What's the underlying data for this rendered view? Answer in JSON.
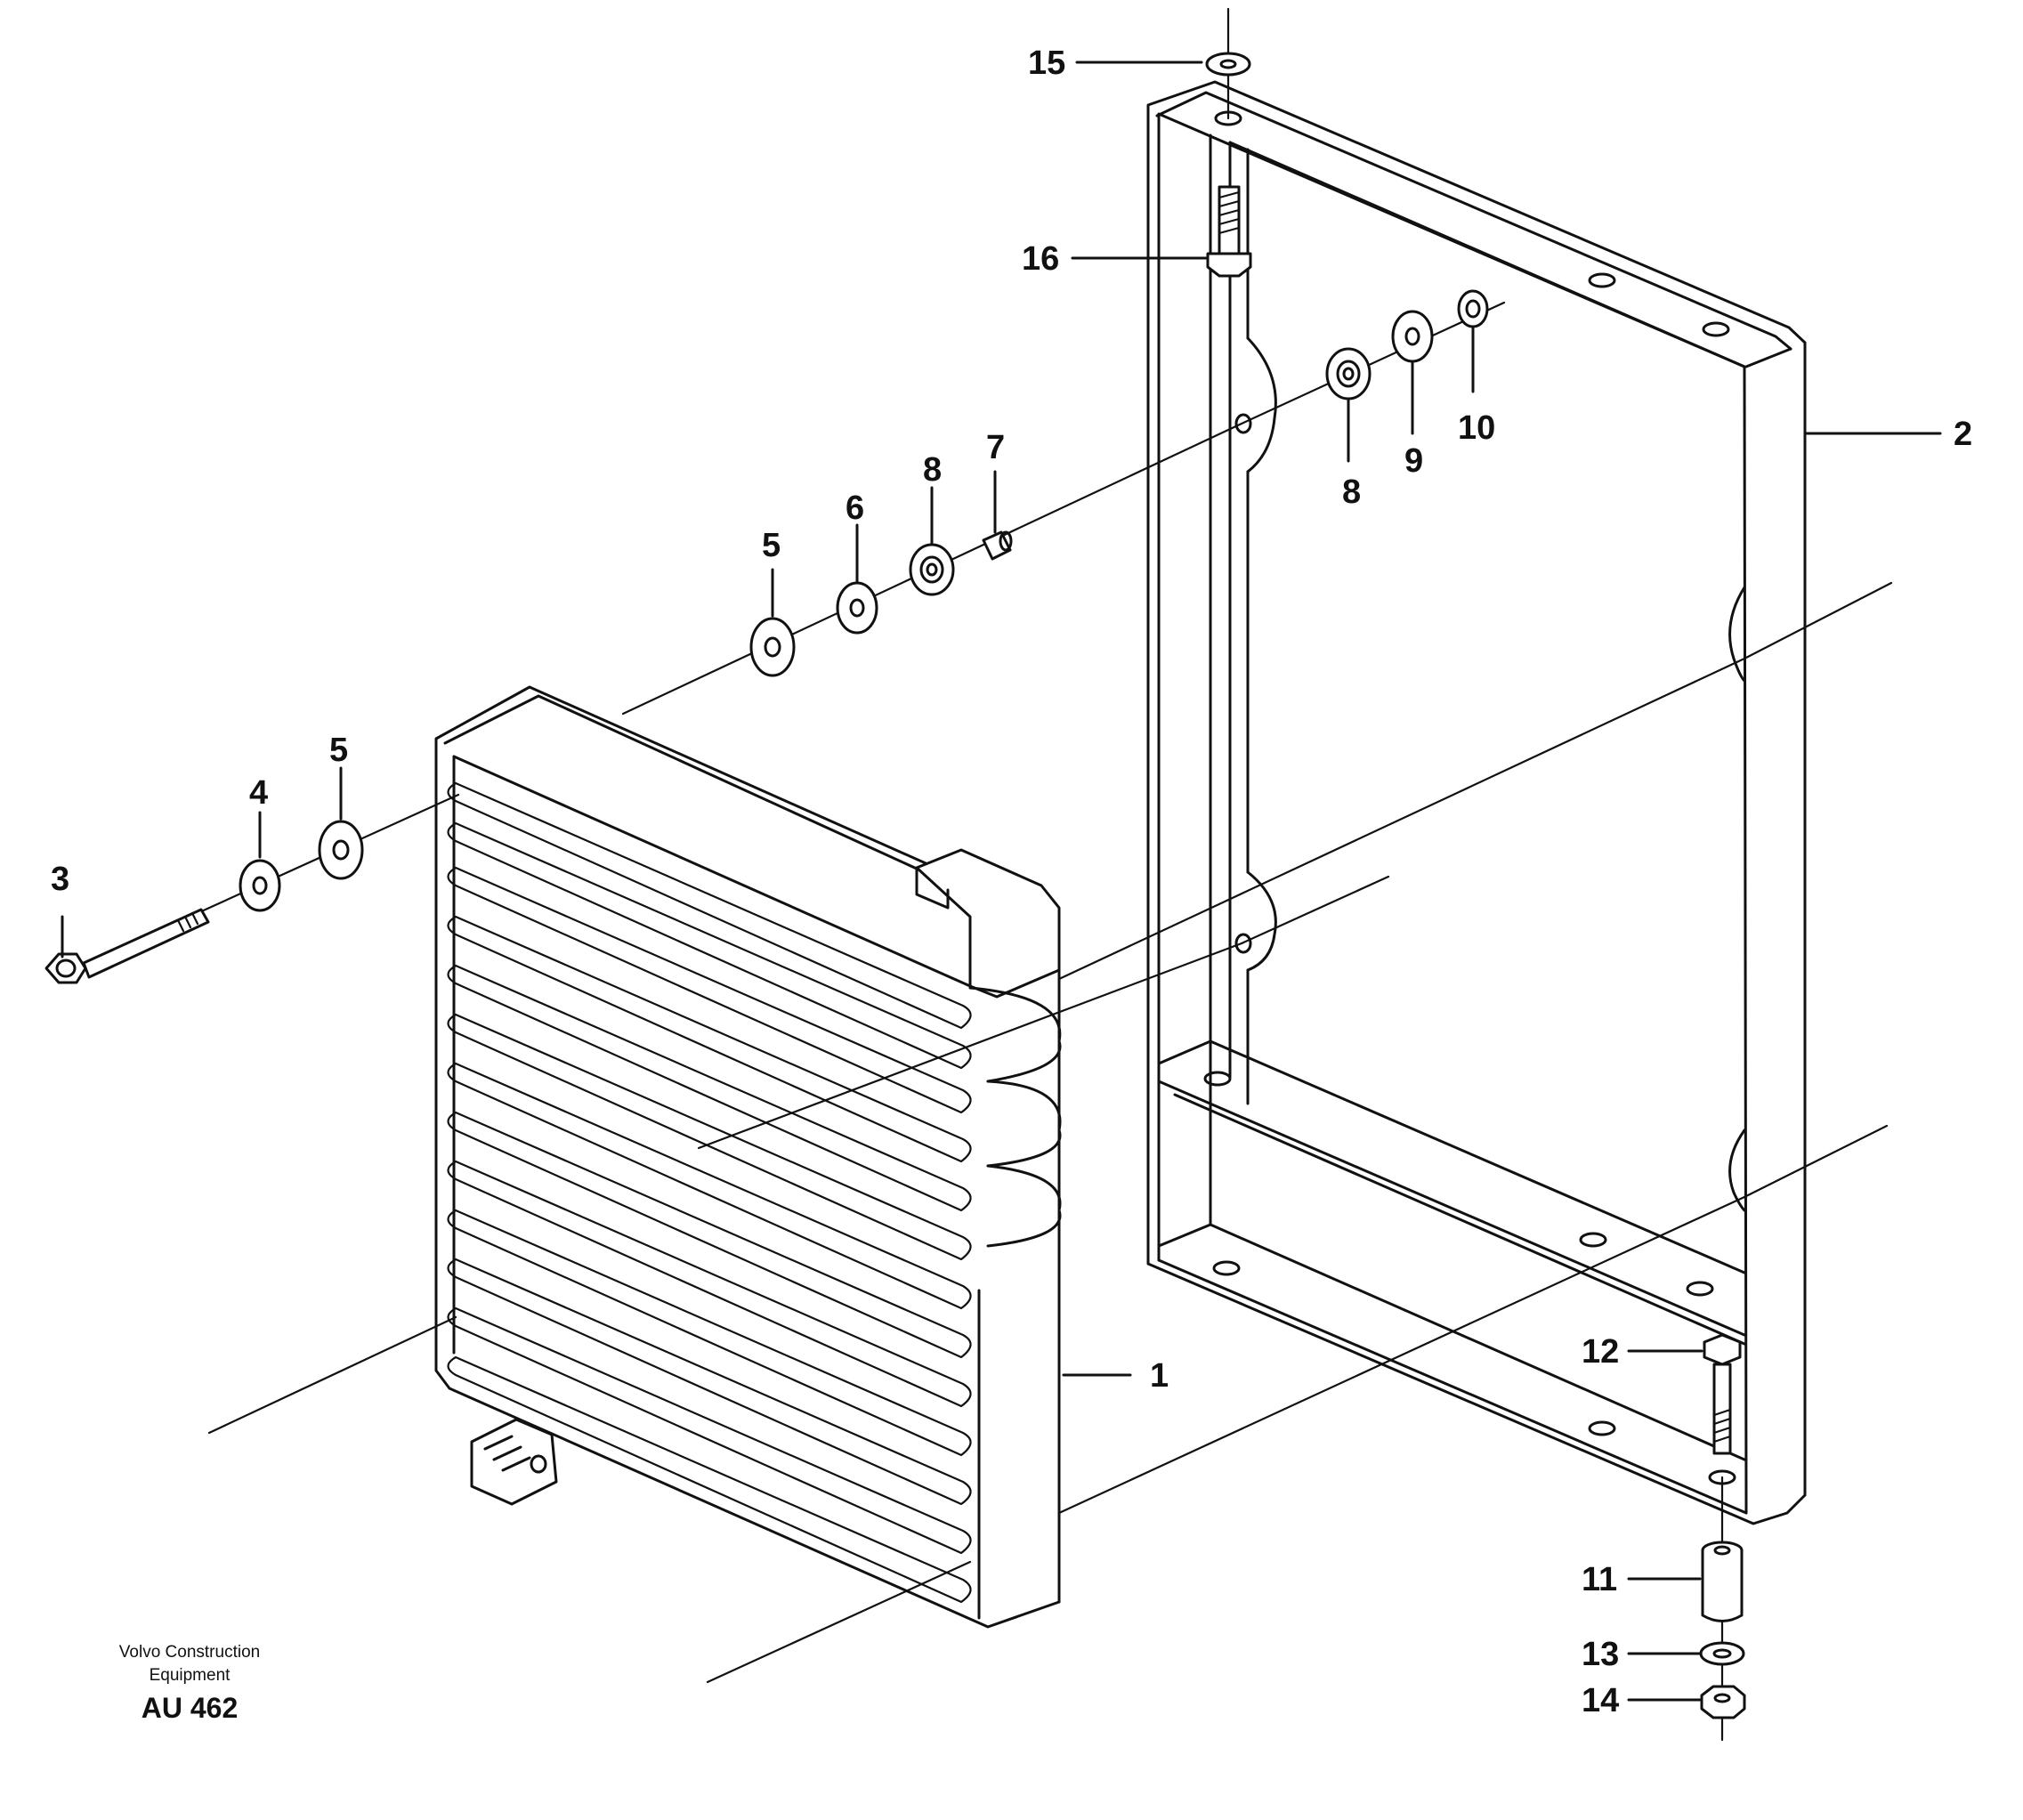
{
  "diagram": {
    "callouts": [
      {
        "id": "callout-1",
        "label": "1"
      },
      {
        "id": "callout-2",
        "label": "2"
      },
      {
        "id": "callout-3",
        "label": "3"
      },
      {
        "id": "callout-4",
        "label": "4"
      },
      {
        "id": "callout-5a",
        "label": "5"
      },
      {
        "id": "callout-5b",
        "label": "5"
      },
      {
        "id": "callout-6",
        "label": "6"
      },
      {
        "id": "callout-7",
        "label": "7"
      },
      {
        "id": "callout-8a",
        "label": "8"
      },
      {
        "id": "callout-8b",
        "label": "8"
      },
      {
        "id": "callout-9",
        "label": "9"
      },
      {
        "id": "callout-10",
        "label": "10"
      },
      {
        "id": "callout-11",
        "label": "11"
      },
      {
        "id": "callout-12",
        "label": "12"
      },
      {
        "id": "callout-13",
        "label": "13"
      },
      {
        "id": "callout-14",
        "label": "14"
      },
      {
        "id": "callout-15",
        "label": "15"
      },
      {
        "id": "callout-16",
        "label": "16"
      }
    ],
    "caption": {
      "line1": "Volvo Construction",
      "line2": "Equipment",
      "code": "AU 462"
    }
  }
}
